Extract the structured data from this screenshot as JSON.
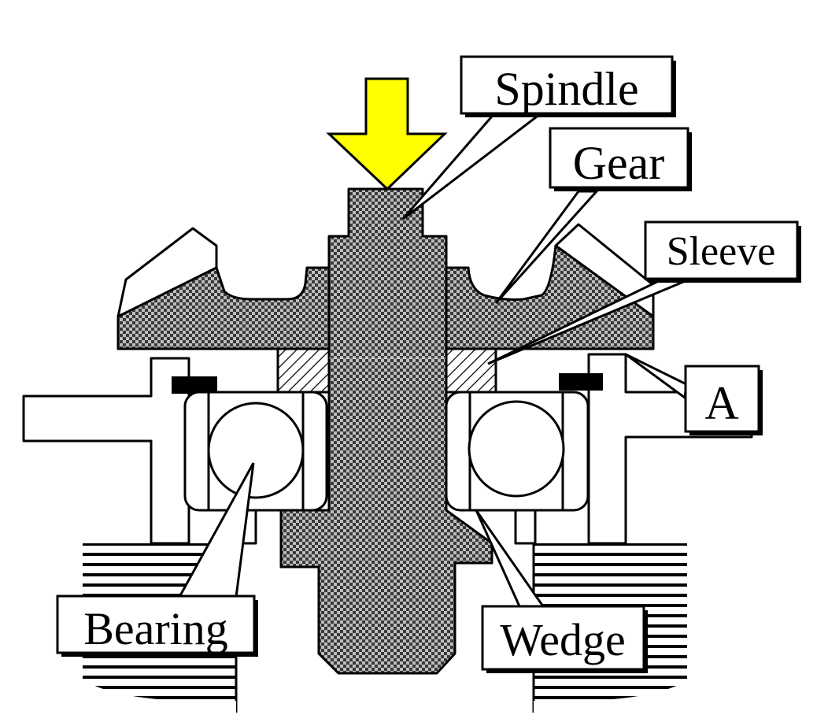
{
  "labels": {
    "spindle": "Spindle",
    "gear": "Gear",
    "sleeve": "Sleeve",
    "a": "A",
    "bearing": "Bearing",
    "wedge": "Wedge"
  },
  "colors": {
    "arrow_fill": "#ffff00",
    "line": "#000000",
    "background": "#ffffff",
    "checker_dark": "#3a3a3a",
    "checker_light": "#bdbdbd"
  },
  "icons": {
    "load_arrow": "down-arrow-icon"
  }
}
